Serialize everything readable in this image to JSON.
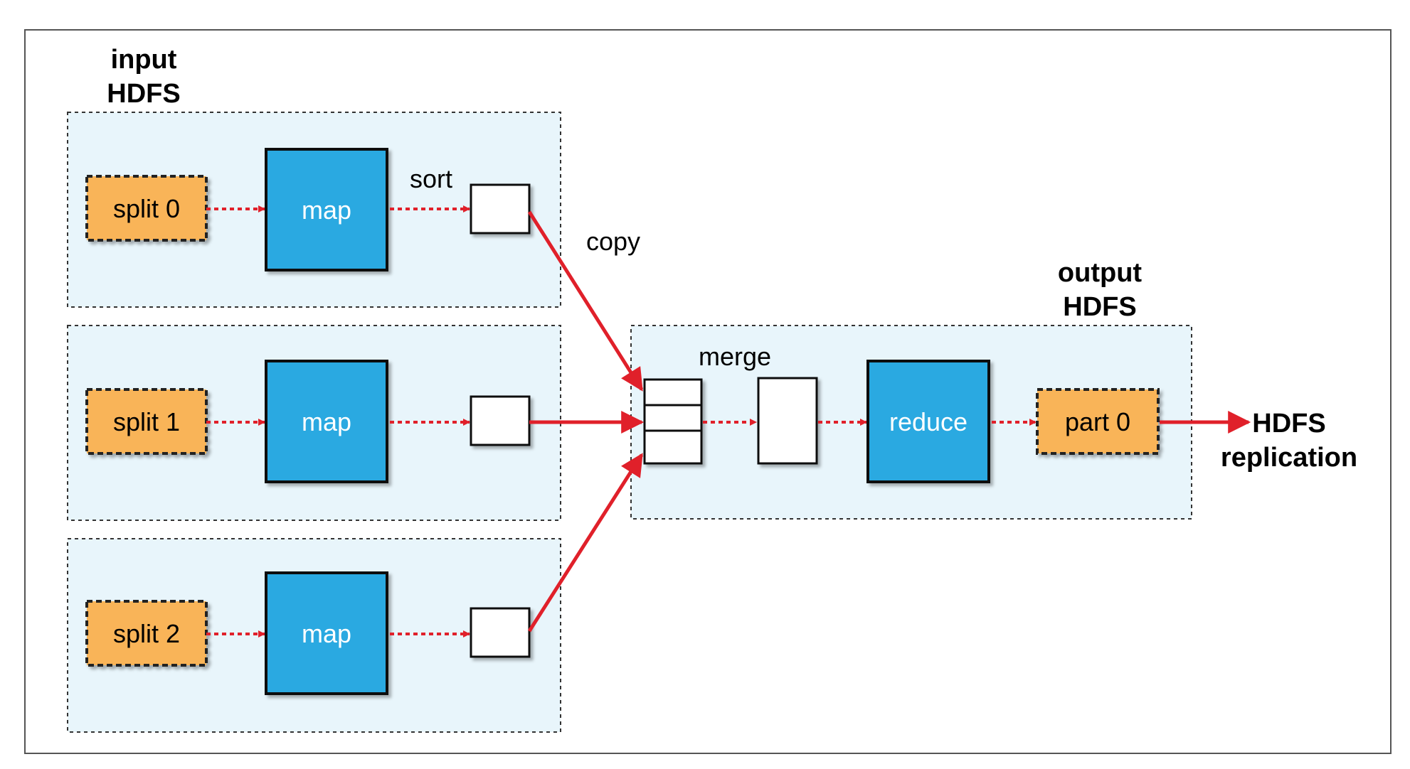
{
  "labels": {
    "input_hdfs_1": "input",
    "input_hdfs_2": "HDFS",
    "output_hdfs_1": "output",
    "output_hdfs_2": "HDFS",
    "sort": "sort",
    "copy": "copy",
    "merge": "merge",
    "hdfs_replication_1": "HDFS",
    "hdfs_replication_2": "replication"
  },
  "map_tasks": [
    {
      "split": "split 0",
      "map": "map"
    },
    {
      "split": "split 1",
      "map": "map"
    },
    {
      "split": "split 2",
      "map": "map"
    }
  ],
  "reduce_task": {
    "reduce": "reduce",
    "part": "part 0"
  },
  "colors": {
    "map_box": "#29a9e1",
    "split_box": "#f9b458",
    "region_bg": "#e8f5fb",
    "arrow": "#e0202a"
  }
}
